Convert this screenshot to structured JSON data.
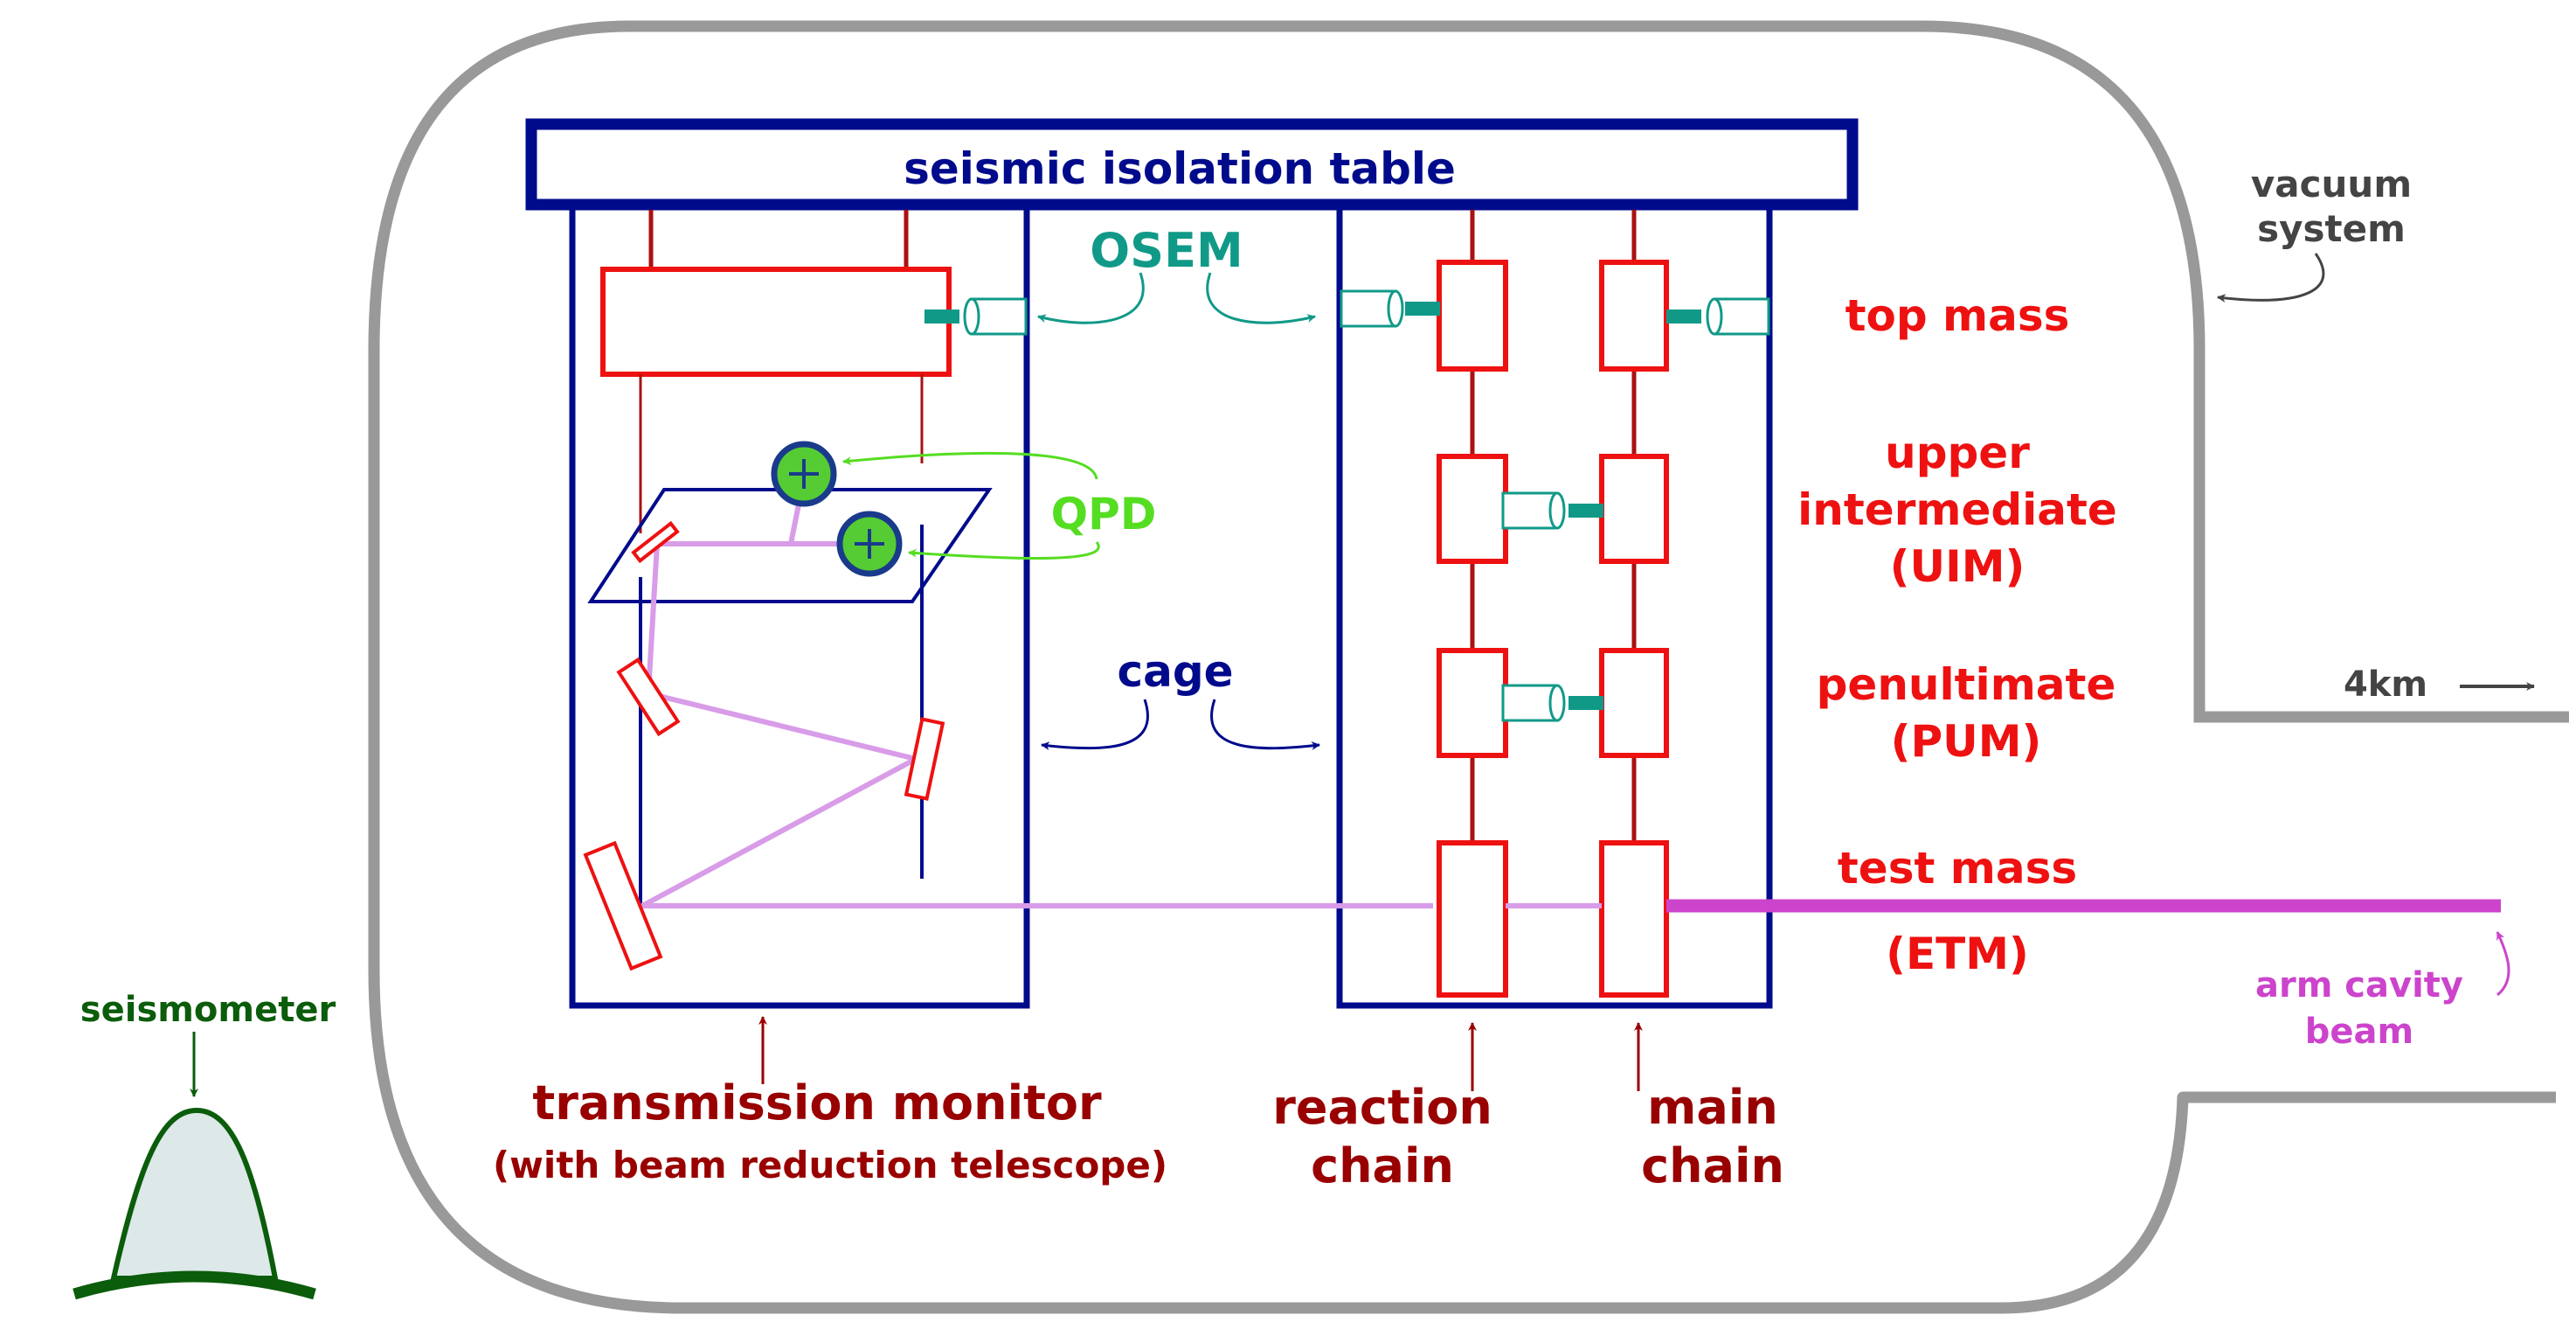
{
  "labels": {
    "table": "seismic isolation table",
    "osem": "OSEM",
    "qpd": "QPD",
    "cage": "cage",
    "vacuum_line1": "vacuum",
    "vacuum_line2": "system",
    "top_mass": "top mass",
    "uim_line1": "upper",
    "uim_line2": "intermediate",
    "uim_line3": "(UIM)",
    "pum_line1": "penultimate",
    "pum_line2": "(PUM)",
    "tm_line1": "test mass",
    "tm_line2": "(ETM)",
    "four_km": "4km",
    "arm_line1": "arm cavity",
    "arm_line2": "beam",
    "seismometer": "seismometer",
    "tmon_line1": "transmission monitor",
    "tmon_line2": "(with beam reduction telescope)",
    "reaction_line1": "reaction",
    "reaction_line2": "chain",
    "main_line1": "main",
    "main_line2": "chain"
  },
  "colors": {
    "vacuum": "#999999",
    "table_blue": "#000b8c",
    "mass_red": "#ee1111",
    "wire_dark_red": "#aa1111",
    "label_dark_red": "#990000",
    "osem_teal": "#119988",
    "qpd_green": "#55dd22",
    "beam_pink": "#d89ce8",
    "arm_magenta": "#cc44cc",
    "seismo_green": "#0b5c0b",
    "seismo_fill": "#dde8e8",
    "grey_text": "#444444"
  }
}
